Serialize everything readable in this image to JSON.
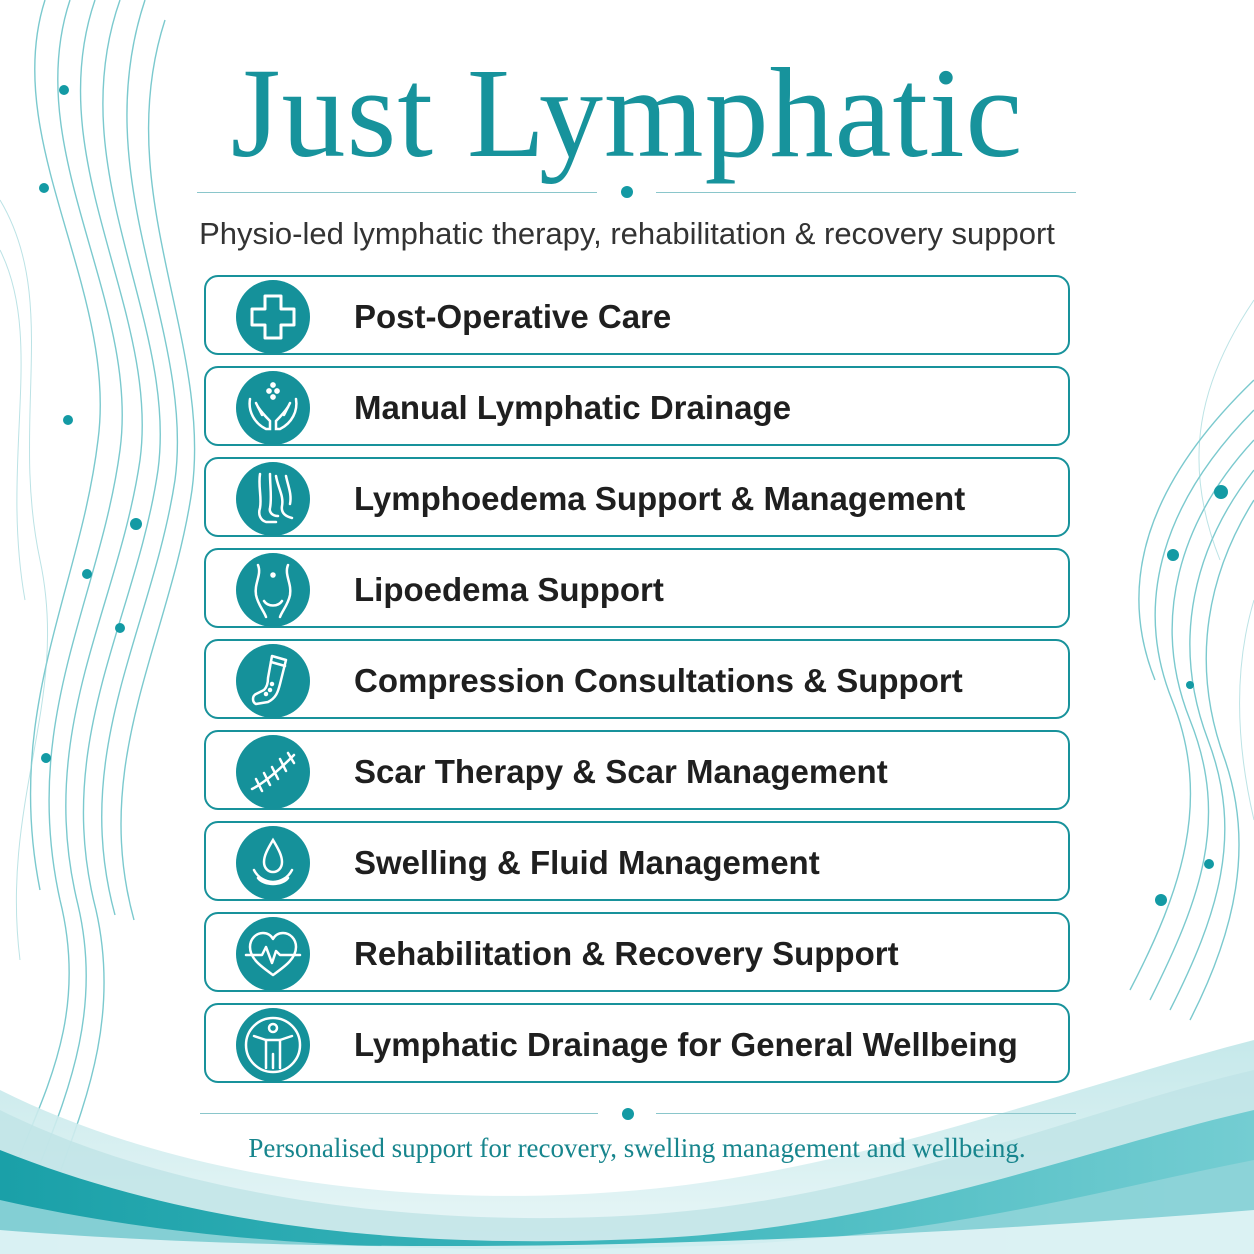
{
  "brand": {
    "title": "Just Lymphatic",
    "accent": "#17939c",
    "deep_teal": "#0f7f88"
  },
  "subtitle": "Physio-led lymphatic therapy, rehabilitation & recovery support",
  "services": [
    {
      "label": "Post-Operative Care",
      "icon": "medical-cross-icon"
    },
    {
      "label": "Manual Lymphatic Drainage",
      "icon": "hands-drops-icon"
    },
    {
      "label": "Lymphoedema Support & Management",
      "icon": "legs-icon"
    },
    {
      "label": "Lipoedema Support",
      "icon": "hips-icon"
    },
    {
      "label": "Compression Consultations & Support",
      "icon": "compression-sock-icon"
    },
    {
      "label": "Scar Therapy & Scar Management",
      "icon": "stitched-scar-icon"
    },
    {
      "label": "Swelling & Fluid Management",
      "icon": "water-drop-icon"
    },
    {
      "label": "Rehabilitation & Recovery Support",
      "icon": "heart-pulse-icon"
    },
    {
      "label": "Lymphatic Drainage for General Wellbeing",
      "icon": "person-wellbeing-icon"
    }
  ],
  "footer": "Personalised support for recovery, swelling management and wellbeing."
}
